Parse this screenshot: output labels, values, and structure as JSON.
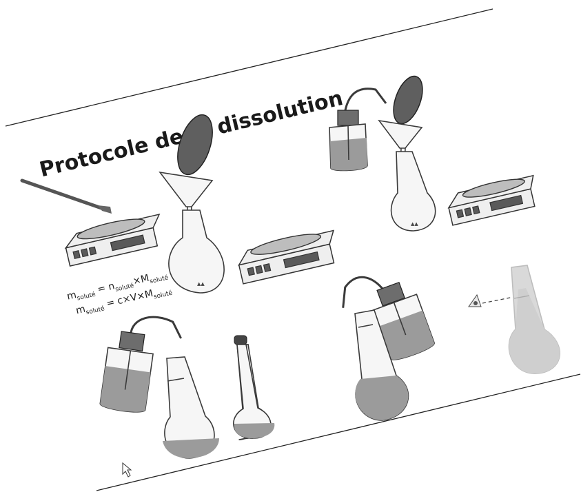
{
  "title": "Protocole de la dissolution",
  "formula_line1": {
    "m": "m",
    "m_sub": "soluté",
    "eq": " = n",
    "n_sub": "soluté",
    "times": "×M",
    "M_sub": "soluté"
  },
  "formula_line2": {
    "m": "m",
    "m_sub": "soluté",
    "eq": " = c×V×M",
    "M_sub": "soluté"
  },
  "colors": {
    "ink": "#3a3a3a",
    "liquid": "#9b9b9b",
    "paper": "#ffffff"
  },
  "icons": [
    "spatula-icon",
    "balance-icon",
    "funnel-icon",
    "watch-glass-icon",
    "volumetric-flask-icon",
    "wash-bottle-icon",
    "stopper-icon",
    "eye-icon",
    "cursor-icon"
  ]
}
